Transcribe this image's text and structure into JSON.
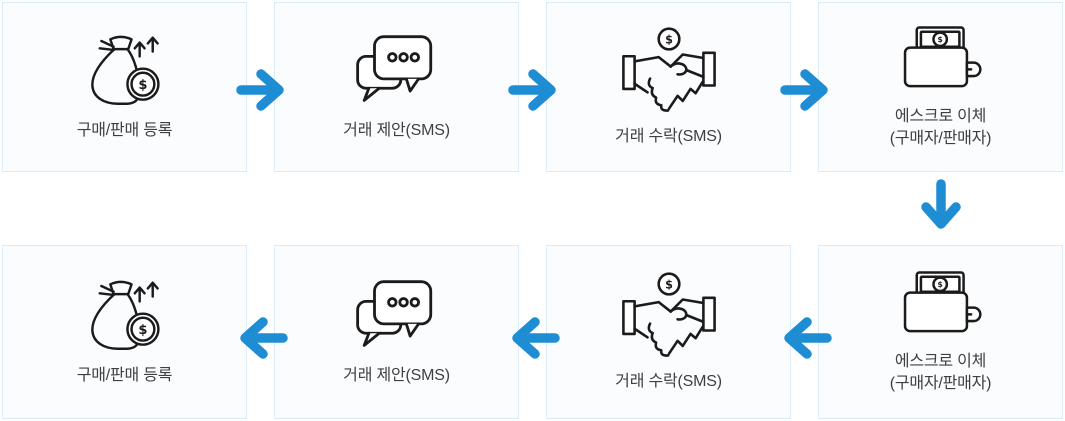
{
  "colors": {
    "arrow_blue": "#1e8dd4",
    "box_bg": "#fafcfe",
    "box_border": "#d9ecf8",
    "label_color": "#3f3f3f",
    "icon_stroke": "#1b1b1b"
  },
  "icons": {
    "currency_symbol": "$"
  },
  "steps": [
    {
      "id": "step-1",
      "icon": "money-bag-icon",
      "lines": [
        "구매/판매 등록"
      ]
    },
    {
      "id": "step-2",
      "icon": "chat-sms-icon",
      "lines": [
        "거래 제안(SMS)"
      ]
    },
    {
      "id": "step-3",
      "icon": "handshake-icon",
      "lines": [
        "거래 수락(SMS)"
      ]
    },
    {
      "id": "step-4",
      "icon": "wallet-icon",
      "lines": [
        "에스크로 이체",
        "(구매자/판매자)"
      ]
    },
    {
      "id": "step-5",
      "icon": "wallet-icon",
      "lines": [
        "에스크로 이체",
        "(구매자/판매자)"
      ]
    },
    {
      "id": "step-6",
      "icon": "handshake-icon",
      "lines": [
        "거래 수락(SMS)"
      ]
    },
    {
      "id": "step-7",
      "icon": "chat-sms-icon",
      "lines": [
        "거래 제안(SMS)"
      ]
    },
    {
      "id": "step-8",
      "icon": "money-bag-icon",
      "lines": [
        "구매/판매 등록"
      ]
    }
  ],
  "arrows": [
    {
      "direction": "right"
    },
    {
      "direction": "right"
    },
    {
      "direction": "right"
    },
    {
      "direction": "down"
    },
    {
      "direction": "left"
    },
    {
      "direction": "left"
    },
    {
      "direction": "left"
    }
  ]
}
